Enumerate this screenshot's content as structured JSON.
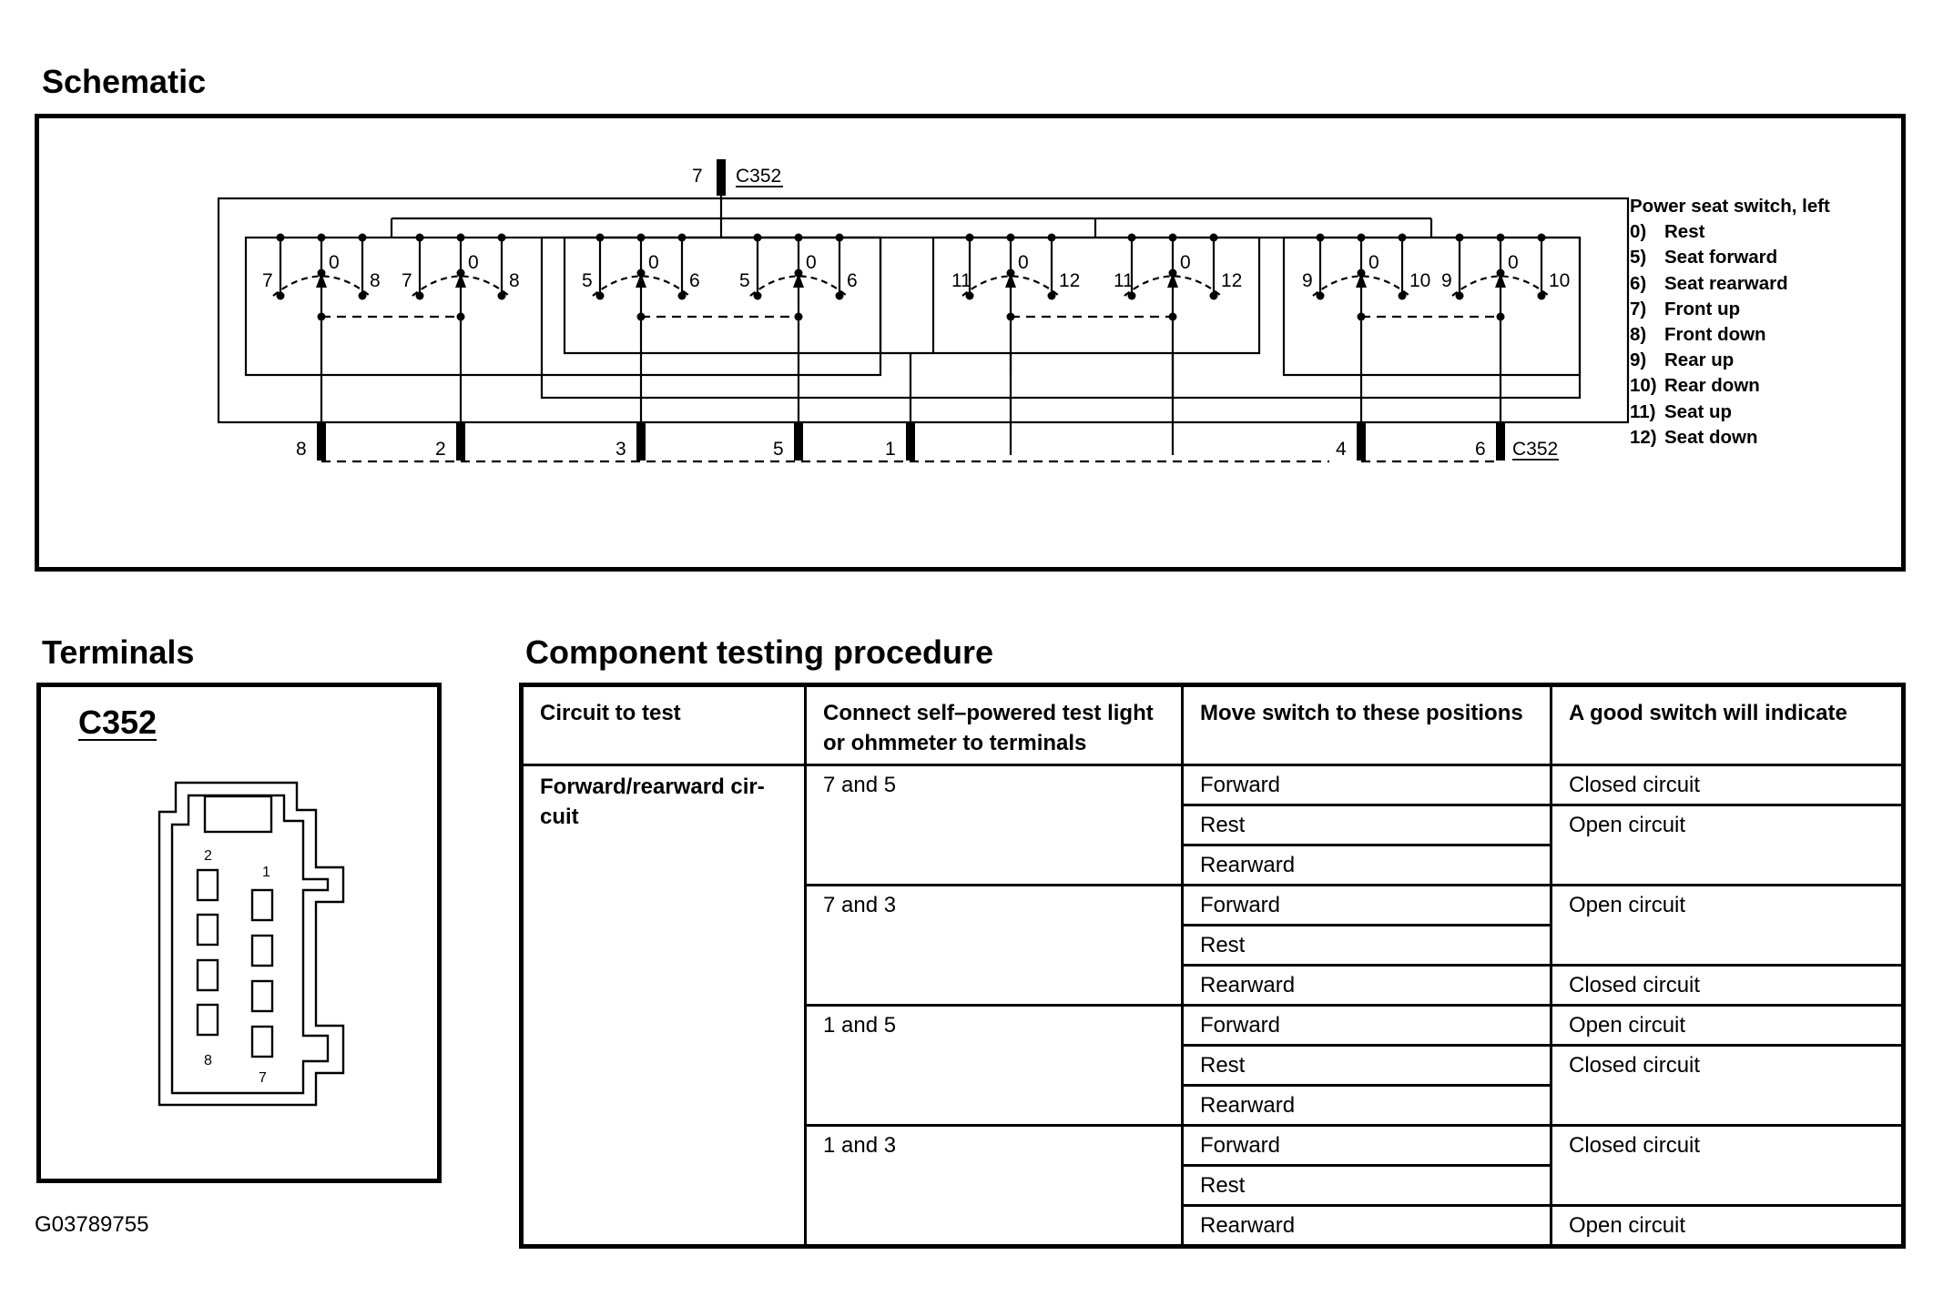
{
  "schematic": {
    "heading": "Schematic",
    "connector_label": "C352",
    "top_pin": "7",
    "bottom_pins": [
      "8",
      "2",
      "3",
      "5",
      "1",
      "4",
      "6"
    ],
    "switch_groups": [
      {
        "left": "7",
        "center": "0",
        "right": "8"
      },
      {
        "left": "7",
        "center": "0",
        "right": "8"
      },
      {
        "left": "5",
        "center": "0",
        "right": "6"
      },
      {
        "left": "5",
        "center": "0",
        "right": "6"
      },
      {
        "left": "11",
        "center": "0",
        "right": "12"
      },
      {
        "left": "11",
        "center": "0",
        "right": "12"
      },
      {
        "left": "9",
        "center": "0",
        "right": "10"
      },
      {
        "left": "9",
        "center": "0",
        "right": "10"
      }
    ],
    "legend": {
      "title": "Power seat switch, left",
      "items": [
        {
          "code": "0)",
          "label": "Rest"
        },
        {
          "code": "5)",
          "label": "Seat forward"
        },
        {
          "code": "6)",
          "label": "Seat rearward"
        },
        {
          "code": "7)",
          "label": "Front up"
        },
        {
          "code": "8)",
          "label": "Front down"
        },
        {
          "code": "9)",
          "label": "Rear up"
        },
        {
          "code": "10)",
          "label": "Rear down"
        },
        {
          "code": "11)",
          "label": "Seat up"
        },
        {
          "code": "12)",
          "label": "Seat down"
        }
      ]
    }
  },
  "terminals": {
    "heading": "Terminals",
    "connector": "C352",
    "pin_labels": {
      "top_left": "2",
      "top_right": "1",
      "bottom_left": "8",
      "bottom_right": "7"
    }
  },
  "procedure": {
    "heading": "Component testing procedure",
    "columns": [
      "Circuit to test",
      "Connect self–powered test light or ohmmeter to terminals",
      "Move switch to these positions",
      "A good switch will indicate"
    ],
    "circuit": "Forward/rearward cir-cuit",
    "tests": [
      {
        "terminals": "7 and 5",
        "positions": [
          "Forward",
          "Rest",
          "Rearward"
        ],
        "results": [
          "Closed circuit",
          "Open circuit"
        ]
      },
      {
        "terminals": "7 and 3",
        "positions": [
          "Forward",
          "Rest",
          "Rearward"
        ],
        "results": [
          "Open circuit",
          "Closed circuit"
        ]
      },
      {
        "terminals": "1 and 5",
        "positions": [
          "Forward",
          "Rest",
          "Rearward"
        ],
        "results": [
          "Open circuit",
          "Closed circuit"
        ]
      },
      {
        "terminals": "1 and 3",
        "positions": [
          "Forward",
          "Rest",
          "Rearward"
        ],
        "results": [
          "Closed circuit",
          "Open circuit"
        ]
      }
    ]
  },
  "figure_id": "G03789755"
}
